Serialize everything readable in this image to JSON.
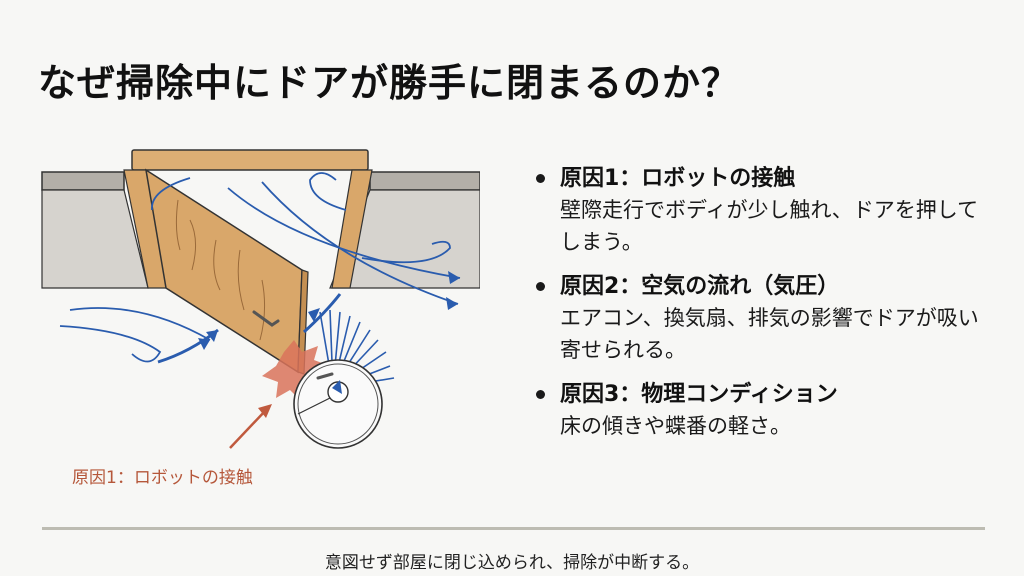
{
  "slide": {
    "title": "なぜ掃除中にドアが勝手に閉まるのか？",
    "illustration": {
      "label": "原因1：ロボットの接触",
      "colors": {
        "wall": "#c9c6c0",
        "wall_dark": "#a9a59e",
        "wood": "#d9a76a",
        "airflow": "#2a5cae",
        "impact": "#d9735a",
        "label": "#b5573a"
      }
    },
    "causes": [
      {
        "heading": "原因1：ロボットの接触",
        "body": "壁際走行でボディが少し触れ、ドアを押してしまう。"
      },
      {
        "heading": "原因2：空気の流れ（気圧）",
        "body": "エアコン、換気扇、排気の影響でドアが吸い寄せられる。"
      },
      {
        "heading": "原因3：物理コンディション",
        "body": "床の傾きや蝶番の軽さ。"
      }
    ],
    "footer": "意図せず部屋に閉じ込められ、掃除が中断する。"
  }
}
